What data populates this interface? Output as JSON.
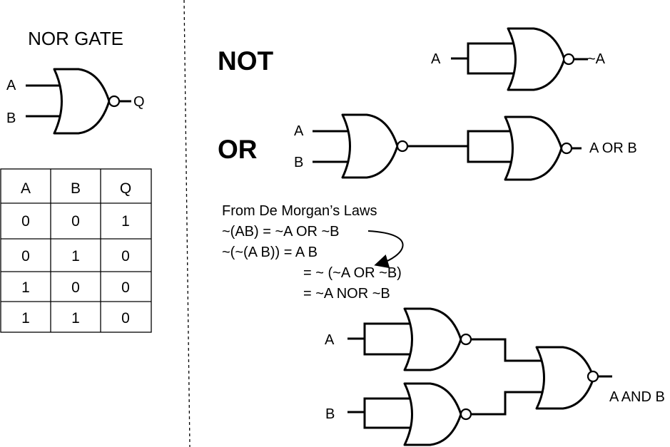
{
  "nor_gate": {
    "title": "NOR GATE",
    "input_a": "A",
    "input_b": "B",
    "output": "Q"
  },
  "truth_table": {
    "headers": [
      "A",
      "B",
      "Q"
    ],
    "rows": [
      [
        "0",
        "0",
        "1"
      ],
      [
        "0",
        "1",
        "0"
      ],
      [
        "1",
        "0",
        "0"
      ],
      [
        "1",
        "1",
        "0"
      ]
    ]
  },
  "not_section": {
    "heading": "NOT",
    "input": "A",
    "output": "~A"
  },
  "or_section": {
    "heading": "OR",
    "input_a": "A",
    "input_b": "B",
    "output": "A OR B"
  },
  "de_morgan": {
    "lines": [
      "From De Morgan’s Laws",
      "~(AB) = ~A OR ~B",
      "~(~(A B)) = A B",
      "= ~ (~A OR ~B)",
      "= ~A NOR ~B"
    ]
  },
  "and_section": {
    "input_a": "A",
    "input_b": "B",
    "output": "A AND B"
  }
}
